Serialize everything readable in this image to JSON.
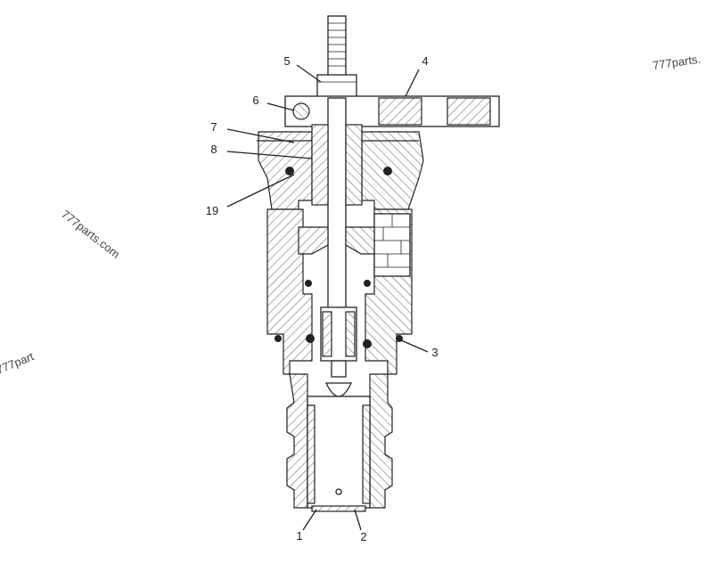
{
  "watermarks": [
    {
      "id": "wm-top-right",
      "text": "777parts."
    },
    {
      "id": "wm-left-mid",
      "text": "777parts.com"
    },
    {
      "id": "wm-left-low",
      "text": "777part"
    }
  ],
  "callouts": [
    {
      "id": "c1",
      "text": "1"
    },
    {
      "id": "c2",
      "text": "2"
    },
    {
      "id": "c3",
      "text": "3"
    },
    {
      "id": "c4",
      "text": "4"
    },
    {
      "id": "c5",
      "text": "5"
    },
    {
      "id": "c6",
      "text": "6"
    },
    {
      "id": "c7",
      "text": "7"
    },
    {
      "id": "c8",
      "text": "8"
    },
    {
      "id": "c19",
      "text": "19"
    }
  ]
}
